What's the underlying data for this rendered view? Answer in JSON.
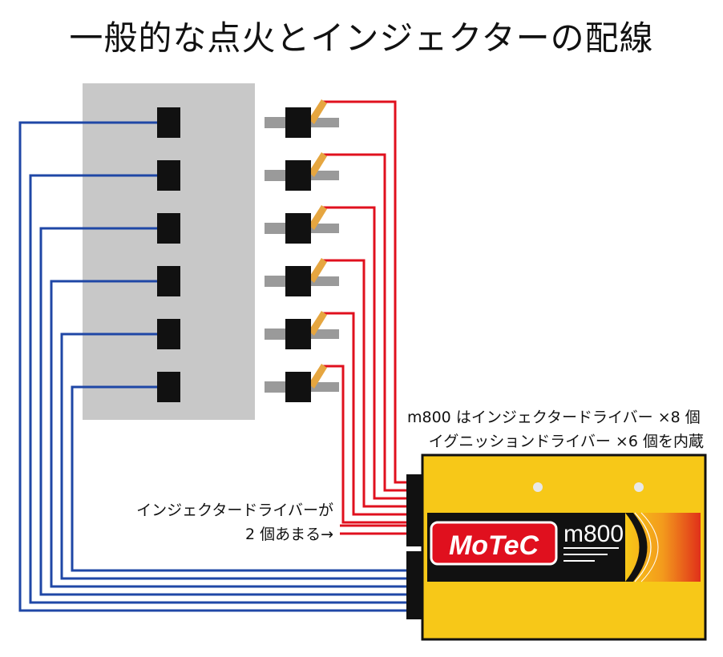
{
  "title": "一般的な点火とインジェクターの配線",
  "notes": {
    "ecu_line1": "m800 はインジェクタードライバー ×8 個",
    "ecu_line2": "イグニッションドライバー ×6 個を内蔵",
    "injector_line1": "インジェクタードライバーが",
    "injector_line2": "2 個あまる→"
  },
  "ecu": {
    "brand_logo": "MoTeC",
    "model": "m800",
    "case_color": "#f7c818",
    "panel_color": "#111111"
  },
  "colors": {
    "ignition_wire": "#e0101e",
    "injector_wire": "#1f47a6",
    "engine_block": "#c8c8c8",
    "injector_body": "#111111",
    "coil_tab": "#e6a640",
    "coil_body": "#9a9a9a",
    "logo_red": "#e0101e"
  },
  "counts": {
    "cylinders": 6,
    "spare_injector_drivers": 2
  }
}
